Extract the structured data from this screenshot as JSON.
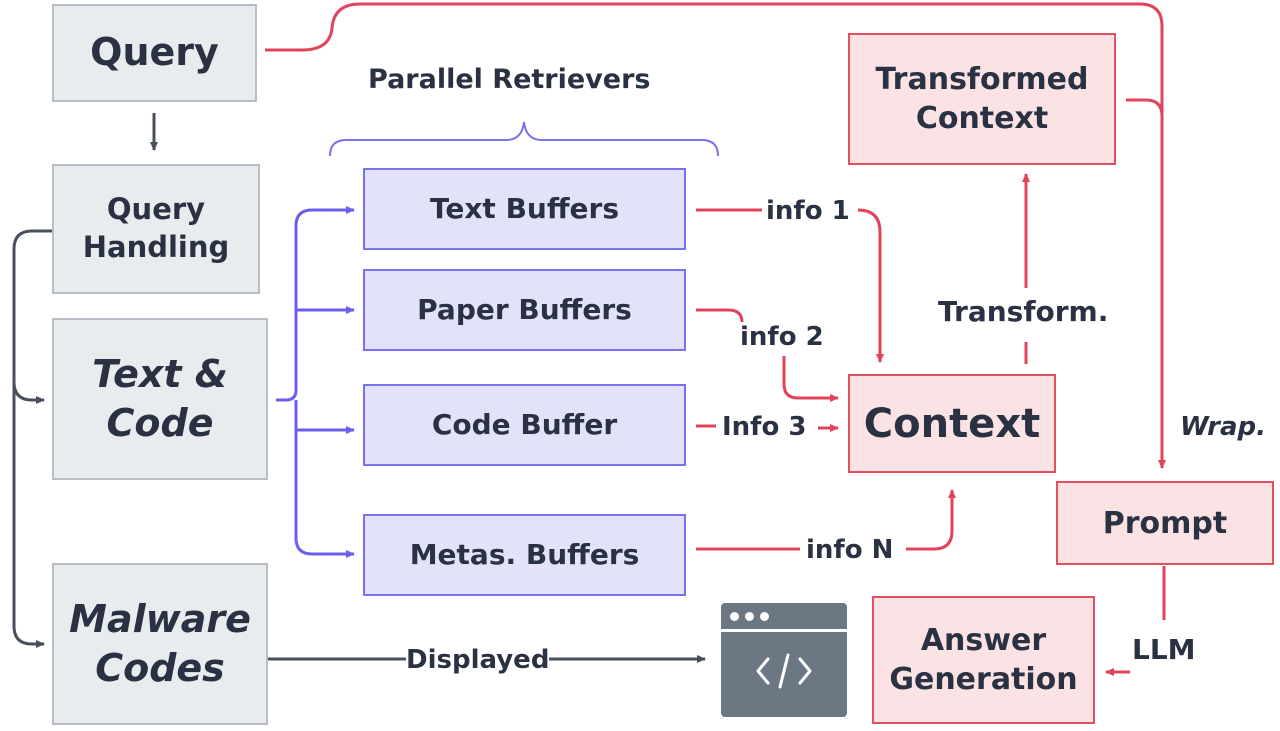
{
  "header": {
    "parallel_retrievers": "Parallel  Retrievers"
  },
  "nodes": {
    "query": "Query",
    "query_handling": [
      "Query",
      "Handling"
    ],
    "text_code": [
      "Text &",
      "Code"
    ],
    "malware_codes": [
      "Malware",
      "Codes"
    ],
    "text_buffers": "Text Buffers",
    "paper_buffers": "Paper Buffers",
    "code_buffer": "Code Buffer",
    "metas_buffers": "Metas.  Buffers",
    "context": "Context",
    "transformed_context": [
      "Transformed",
      "Context"
    ],
    "prompt": "Prompt",
    "answer_generation": [
      "Answer",
      "Generation"
    ]
  },
  "edges": {
    "info_1": "info 1",
    "info_2": "info 2",
    "info_3": "Info 3",
    "info_n": "info N",
    "transform": "Transform.",
    "wrap": "Wrap.",
    "llm": "LLM",
    "displayed": "Displayed"
  },
  "icons": {
    "code_window": "code-window-icon"
  },
  "colors": {
    "gray_border": "#b9bec6",
    "blue_border": "#7a71ef",
    "red_border": "#e0505f",
    "dark_arrow": "#48505c"
  }
}
